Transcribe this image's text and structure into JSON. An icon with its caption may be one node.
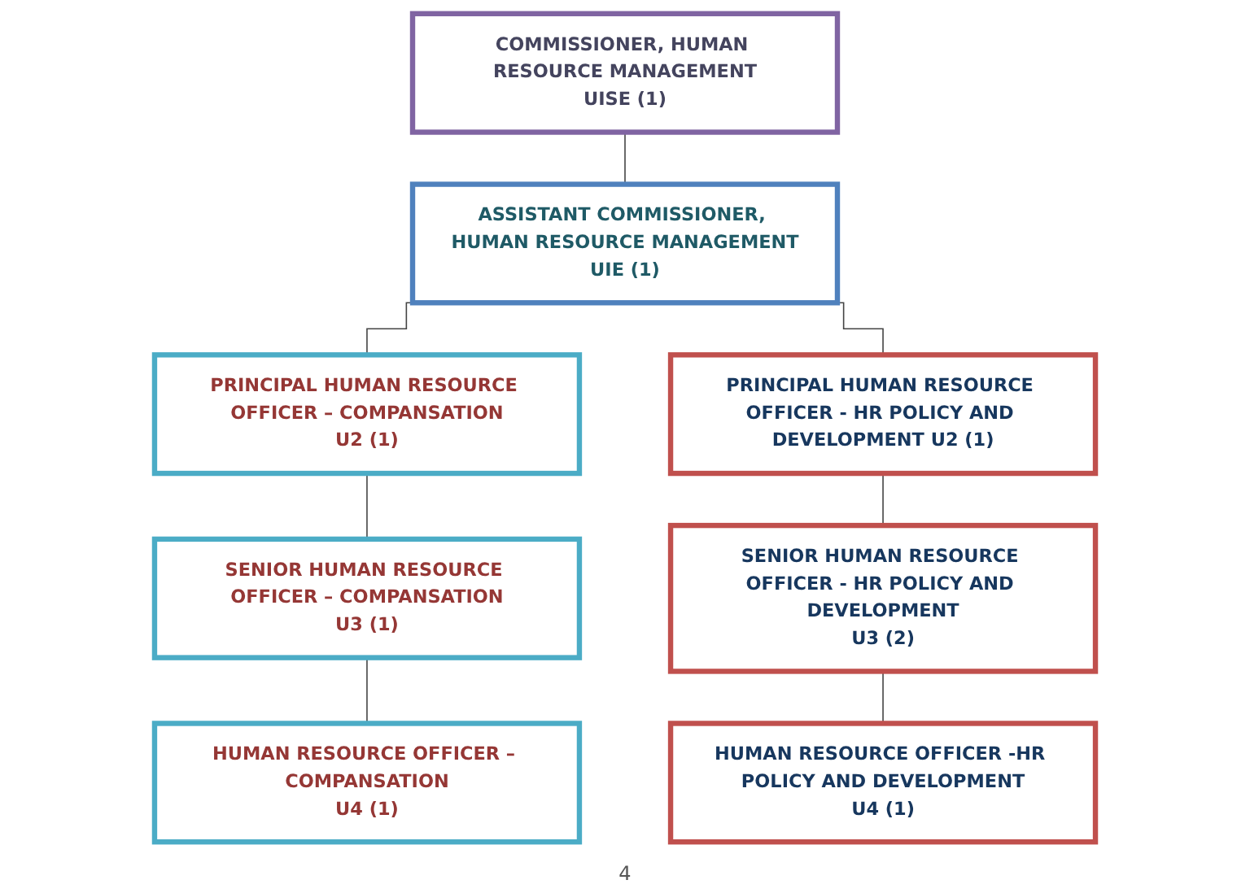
{
  "diagram": {
    "nodes": [
      {
        "text": [
          "COMMISSIONER, HUMAN RESOURCE MANAGEMENT",
          "UISE (1)"
        ]
      },
      {
        "text": [
          "ASSISTANT COMMISSIONER, HUMAN RESOURCE MANAGEMENT",
          "UIE (1)"
        ]
      },
      {
        "text": [
          "PRINCIPAL HUMAN RESOURCE OFFICER – COMPANSATION",
          "U2 (1)"
        ]
      },
      {
        "text": [
          "SENIOR HUMAN RESOURCE OFFICER – COMPANSATION",
          "U3 (1)"
        ]
      },
      {
        "text": [
          "HUMAN RESOURCE OFFICER – COMPANSATION",
          "U4 (1)"
        ]
      },
      {
        "text": [
          "PRINCIPAL HUMAN RESOURCE OFFICER - HR POLICY AND DEVELOPMENT U2 (1)"
        ]
      },
      {
        "text": [
          "SENIOR HUMAN RESOURCE OFFICER - HR POLICY AND DEVELOPMENT",
          "U3 (2)"
        ]
      },
      {
        "text": [
          "HUMAN RESOURCE OFFICER -HR POLICY AND DEVELOPMENT",
          "U4 (1)"
        ]
      }
    ],
    "edges": [
      {
        "from": 0,
        "to": 1,
        "arrow": "none"
      },
      {
        "from": 1,
        "to": 2,
        "arrow": "none"
      },
      {
        "from": 1,
        "to": 5,
        "arrow": "none"
      },
      {
        "from": 2,
        "to": 3,
        "arrow": "none"
      },
      {
        "from": 3,
        "to": 4,
        "arrow": "none"
      },
      {
        "from": 5,
        "to": 6,
        "arrow": "none"
      },
      {
        "from": 6,
        "to": 7,
        "arrow": "none"
      }
    ],
    "labels": [
      "4"
    ]
  }
}
